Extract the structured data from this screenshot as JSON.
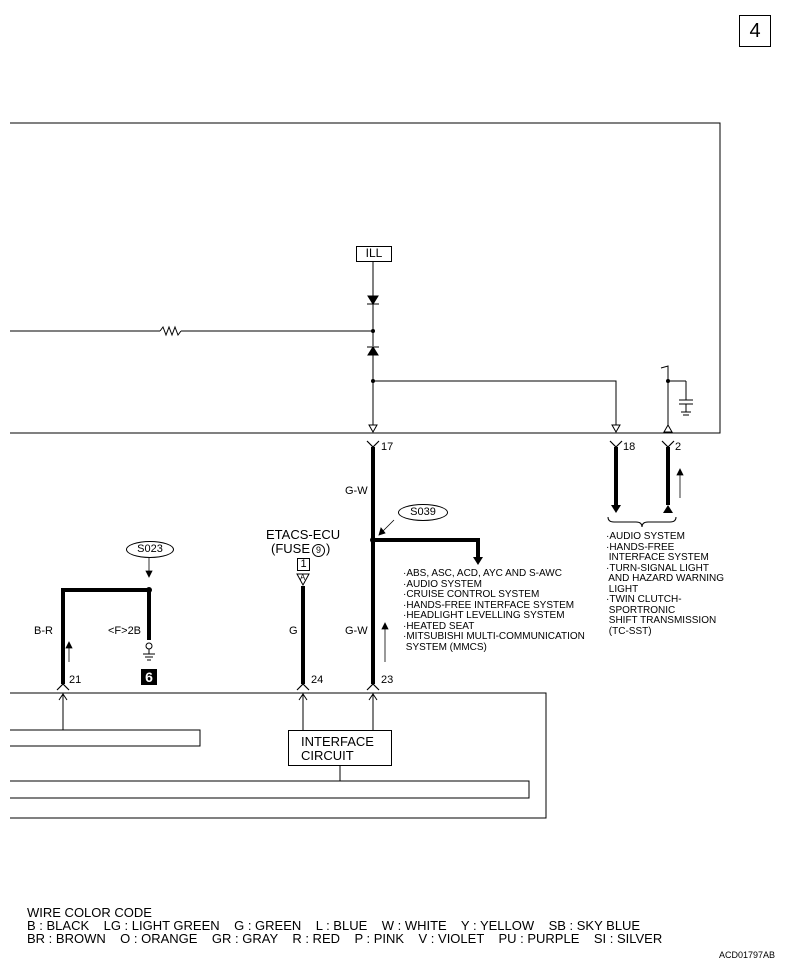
{
  "page_number": "4",
  "labels": {
    "ill": "ILL",
    "connector_17": "17",
    "connector_18": "18",
    "connector_2": "2",
    "connector_21": "21",
    "connector_24": "24",
    "connector_23": "23",
    "gw_upper": "G-W",
    "gw_lower": "G-W",
    "g_wire": "G",
    "br_wire": "B-R",
    "f2b": "<F>2B",
    "ground_6": "6",
    "s039": "S039",
    "s023": "S023",
    "etacs_line1": "ETACS-ECU",
    "etacs_line2": "(FUSE",
    "etacs_fuse_num": "9",
    "etacs_line2_end": ")",
    "fuse_box_num": "1",
    "fuse_A": "A",
    "interface_line1": "INTERFACE",
    "interface_line2": "CIRCUIT",
    "drawing_code": "ACD01797AB"
  },
  "systems_center": "·ABS, ASC, ACD, AYC AND S-AWC\n·AUDIO SYSTEM\n·CRUISE CONTROL SYSTEM\n·HANDS-FREE INTERFACE SYSTEM\n·HEADLIGHT LEVELLING SYSTEM\n·HEATED SEAT\n·MITSUBISHI MULTI-COMMUNICATION\n SYSTEM (MMCS)",
  "systems_right": "·AUDIO SYSTEM\n·HANDS-FREE\n INTERFACE SYSTEM\n·TURN-SIGNAL LIGHT\n AND HAZARD WARNING\n LIGHT\n·TWIN CLUTCH-\n SPORTRONIC\n SHIFT TRANSMISSION\n (TC-SST)",
  "wire_color_code": {
    "title": "WIRE COLOR CODE",
    "line1": "B : BLACK    LG : LIGHT GREEN    G : GREEN    L : BLUE    W : WHITE    Y : YELLOW    SB : SKY BLUE",
    "line2": "BR : BROWN    O : ORANGE    GR : GRAY    R : RED    P : PINK    V : VIOLET    PU : PURPLE    SI : SILVER"
  }
}
